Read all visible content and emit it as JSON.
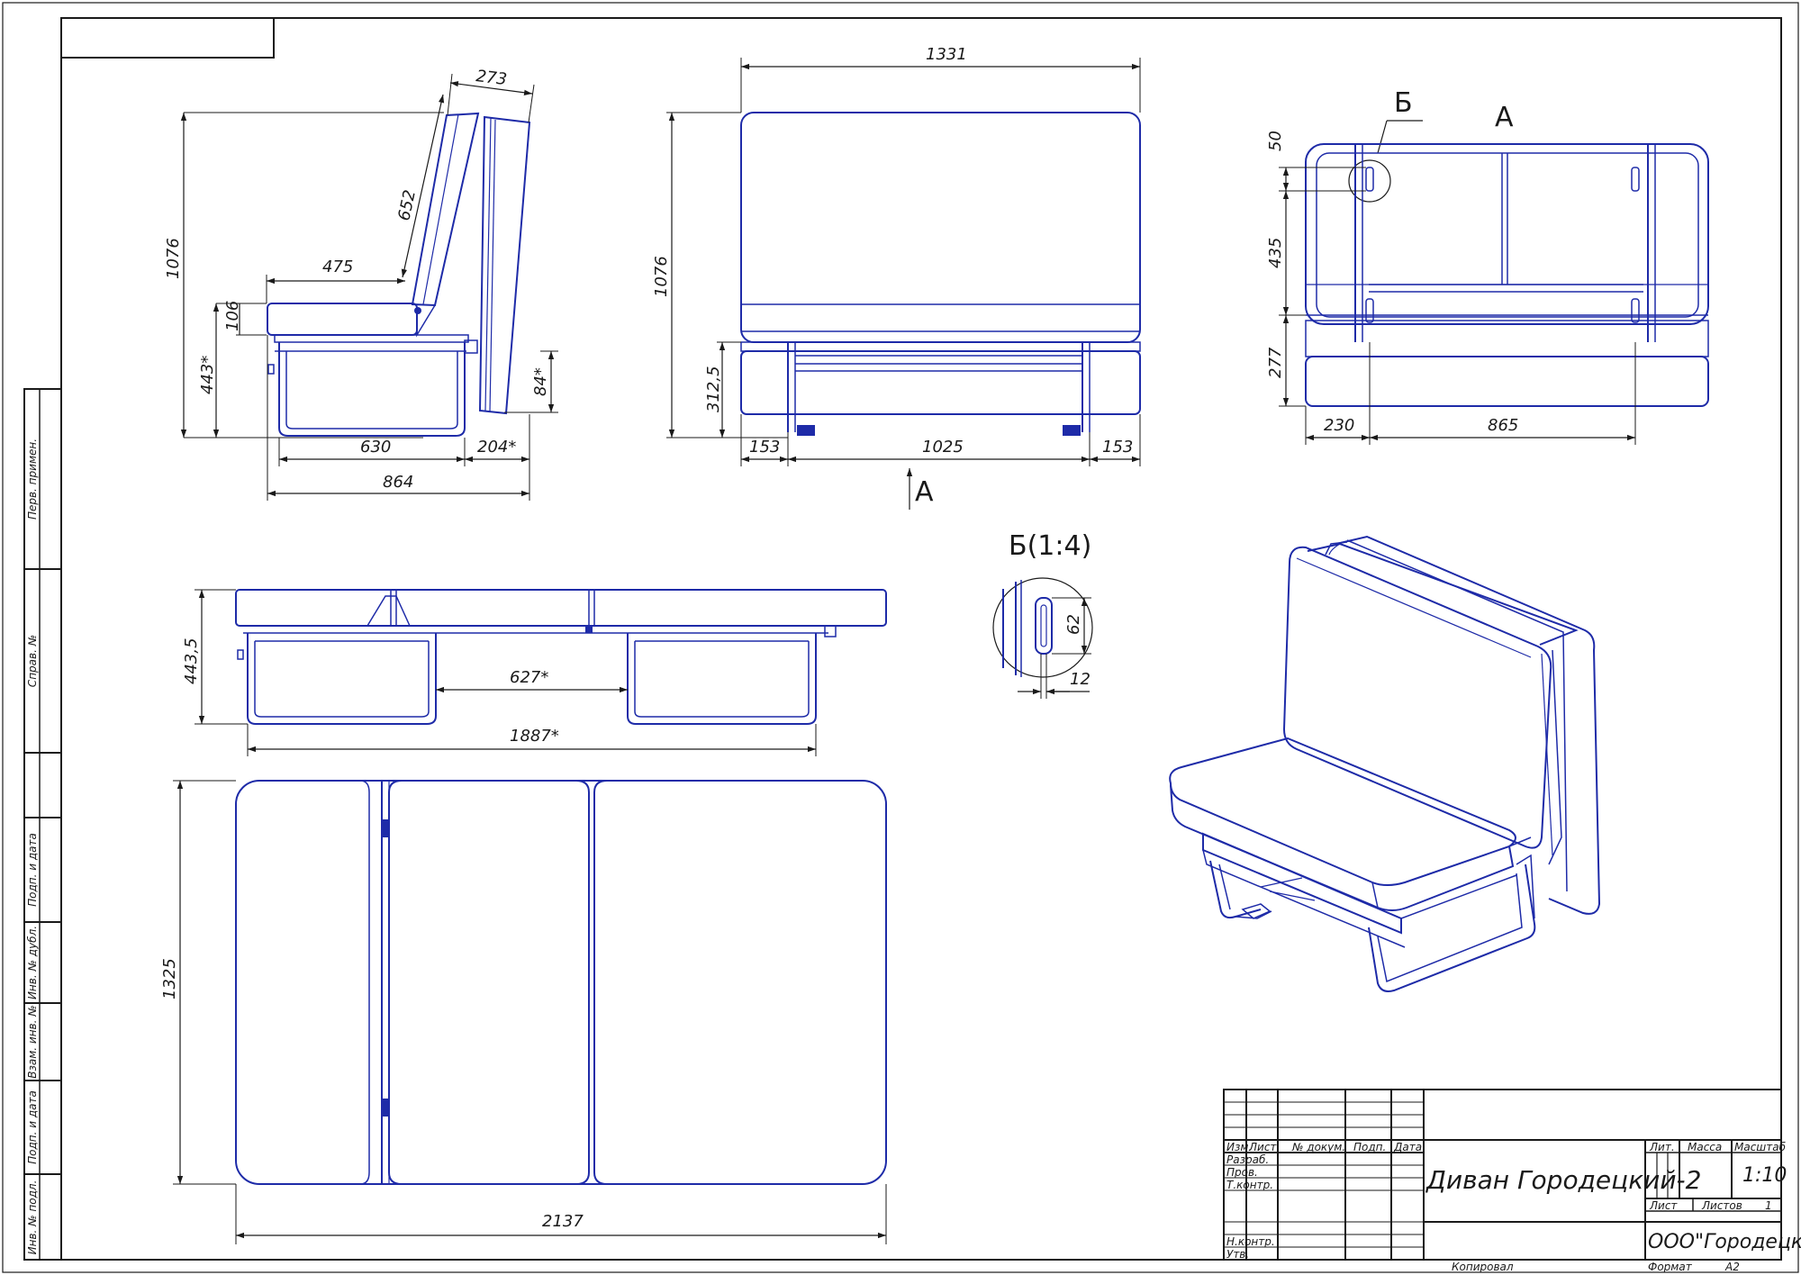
{
  "side_view": {
    "dims": {
      "top_width": "273",
      "back_len": "652",
      "overall_h": "1076",
      "seat_depth": "475",
      "cushion_h": "106",
      "seat_h": "443*",
      "back_drop": "84*",
      "frame_depth": "630",
      "back_offset": "204*",
      "total_depth": "864"
    }
  },
  "front_view": {
    "dims": {
      "width": "1331",
      "height": "1076",
      "leg_h": "312,5",
      "side_left": "153",
      "inner": "1025",
      "side_right": "153"
    },
    "view_arrow": "А"
  },
  "back_view": {
    "label_view": "А",
    "label_detail": "Б",
    "dims": {
      "top": "50",
      "middle": "435",
      "bottom": "277",
      "left": "230",
      "span": "865"
    }
  },
  "detail": {
    "title": "Б(1:4)",
    "dims": {
      "slot_h": "62",
      "slot_w": "12"
    }
  },
  "unfolded_side": {
    "dims": {
      "height": "443,5",
      "gap": "627*",
      "length": "1887*"
    }
  },
  "unfolded_top": {
    "dims": {
      "depth": "1325",
      "length": "2137"
    }
  },
  "title_block": {
    "headers": [
      "Изм.",
      "Лист",
      "№ докум.",
      "Подп.",
      "Дата"
    ],
    "roles": [
      "Разраб.",
      "Пров.",
      "Т.контр.",
      "Н.контр.",
      "Утв."
    ],
    "product": "Диван Городецкий-2",
    "cols": {
      "lit": "Лит.",
      "mass": "Масса",
      "scale_label": "Масштаб"
    },
    "scale": "1:10",
    "sheet_label": "Лист",
    "sheets_label": "Листов",
    "sheets_count": "1",
    "company": "ООО\"Городецкий\"",
    "copied": "Копировал",
    "format_label": "Формат",
    "format": "А2"
  },
  "side_stamps": [
    "Перв. примен.",
    "Справ. №",
    "Подп. и дата",
    "Инв. № дубл.",
    "Взам. инв. №",
    "Подп. и дата",
    "Инв. № подл."
  ]
}
